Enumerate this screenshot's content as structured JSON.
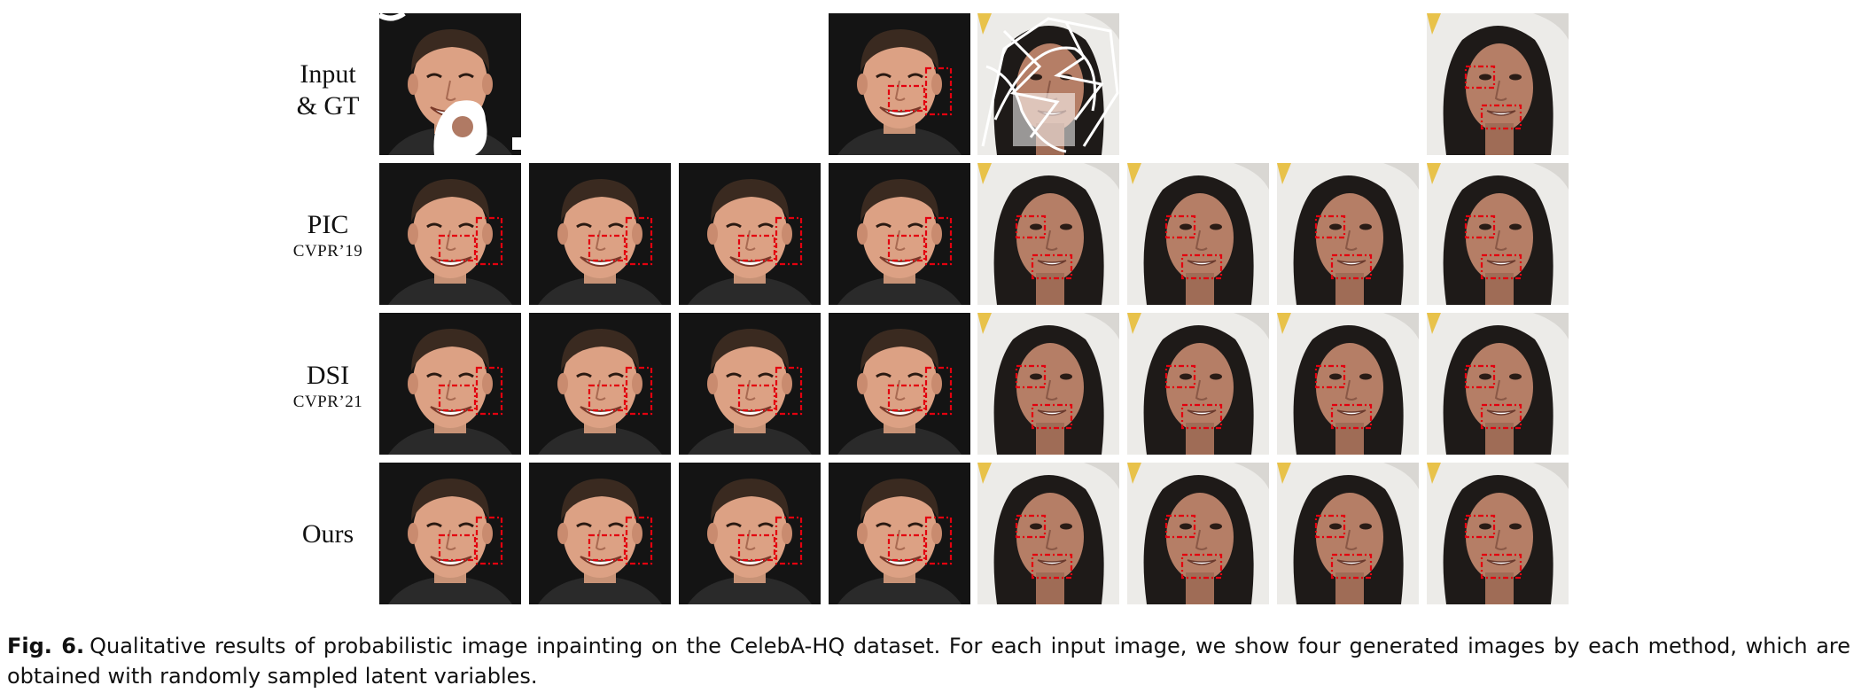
{
  "rows": [
    {
      "name": "Input\n& GT",
      "venue": ""
    },
    {
      "name": "PIC",
      "venue": "CVPR’19"
    },
    {
      "name": "DSI",
      "venue": "CVPR’21"
    },
    {
      "name": "Ours",
      "venue": ""
    }
  ],
  "row_label_lines": {
    "input_line1": "Input",
    "input_line2": "& GT",
    "pic": "PIC",
    "pic_venue": "CVPR’19",
    "dsi": "DSI",
    "dsi_venue": "CVPR’21",
    "ours": "Ours"
  },
  "caption": {
    "label": "Fig. 6.",
    "text": "Qualitative results of probabilistic image inpainting on the CelebA-HQ dataset. For each input image, we show four generated images by each method, which are obtained with randomly sampled latent variables."
  },
  "colors": {
    "highlight_box": "#e3000f",
    "dark_background": "#141414",
    "light_background": "#ecebe8"
  }
}
